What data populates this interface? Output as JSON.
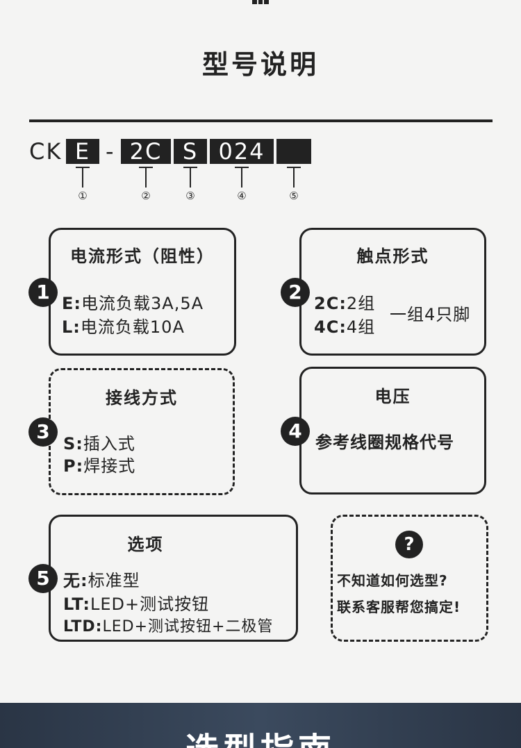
{
  "title": "型号说明",
  "code": {
    "prefix": "CK",
    "box1": "E",
    "dash": "-",
    "box2": "2C",
    "box3": "S",
    "box4": "024",
    "box5": ""
  },
  "markers": [
    "①",
    "②",
    "③",
    "④",
    "⑤"
  ],
  "cards": {
    "current": {
      "badge": "1",
      "title": "电流形式（阻性）",
      "lines": [
        {
          "key": "E",
          "sep": ":",
          "text": "电流负载3A,5A"
        },
        {
          "key": "L",
          "sep": ":",
          "text": "电流负载10A"
        }
      ]
    },
    "contact": {
      "badge": "2",
      "title": "触点形式",
      "lines": [
        {
          "key": "2C",
          "sep": ":",
          "text": "2组"
        },
        {
          "key": "4C",
          "sep": ":",
          "text": "4组"
        }
      ],
      "note": "一组4只脚"
    },
    "wiring": {
      "badge": "3",
      "title": "接线方式",
      "lines": [
        {
          "key": "S",
          "sep": ":",
          "text": "插入式"
        },
        {
          "key": "P",
          "sep": ":",
          "text": "焊接式"
        }
      ]
    },
    "voltage": {
      "badge": "4",
      "title": "电压",
      "text": "参考线圈规格代号"
    },
    "options": {
      "badge": "5",
      "title": "选项",
      "lines": [
        {
          "key": "无",
          "sep": ":",
          "text": "标准型"
        },
        {
          "key": "LT",
          "sep": ":",
          "text": "LED+测试按钮"
        },
        {
          "key": "LTD",
          "sep": ":",
          "text": "LED+测试按钮+二极管"
        }
      ]
    },
    "help": {
      "icon": "?",
      "line1": "不知道如何选型?",
      "line2": "联系客服帮您搞定!"
    }
  },
  "footer": {
    "title": "选型指南"
  }
}
